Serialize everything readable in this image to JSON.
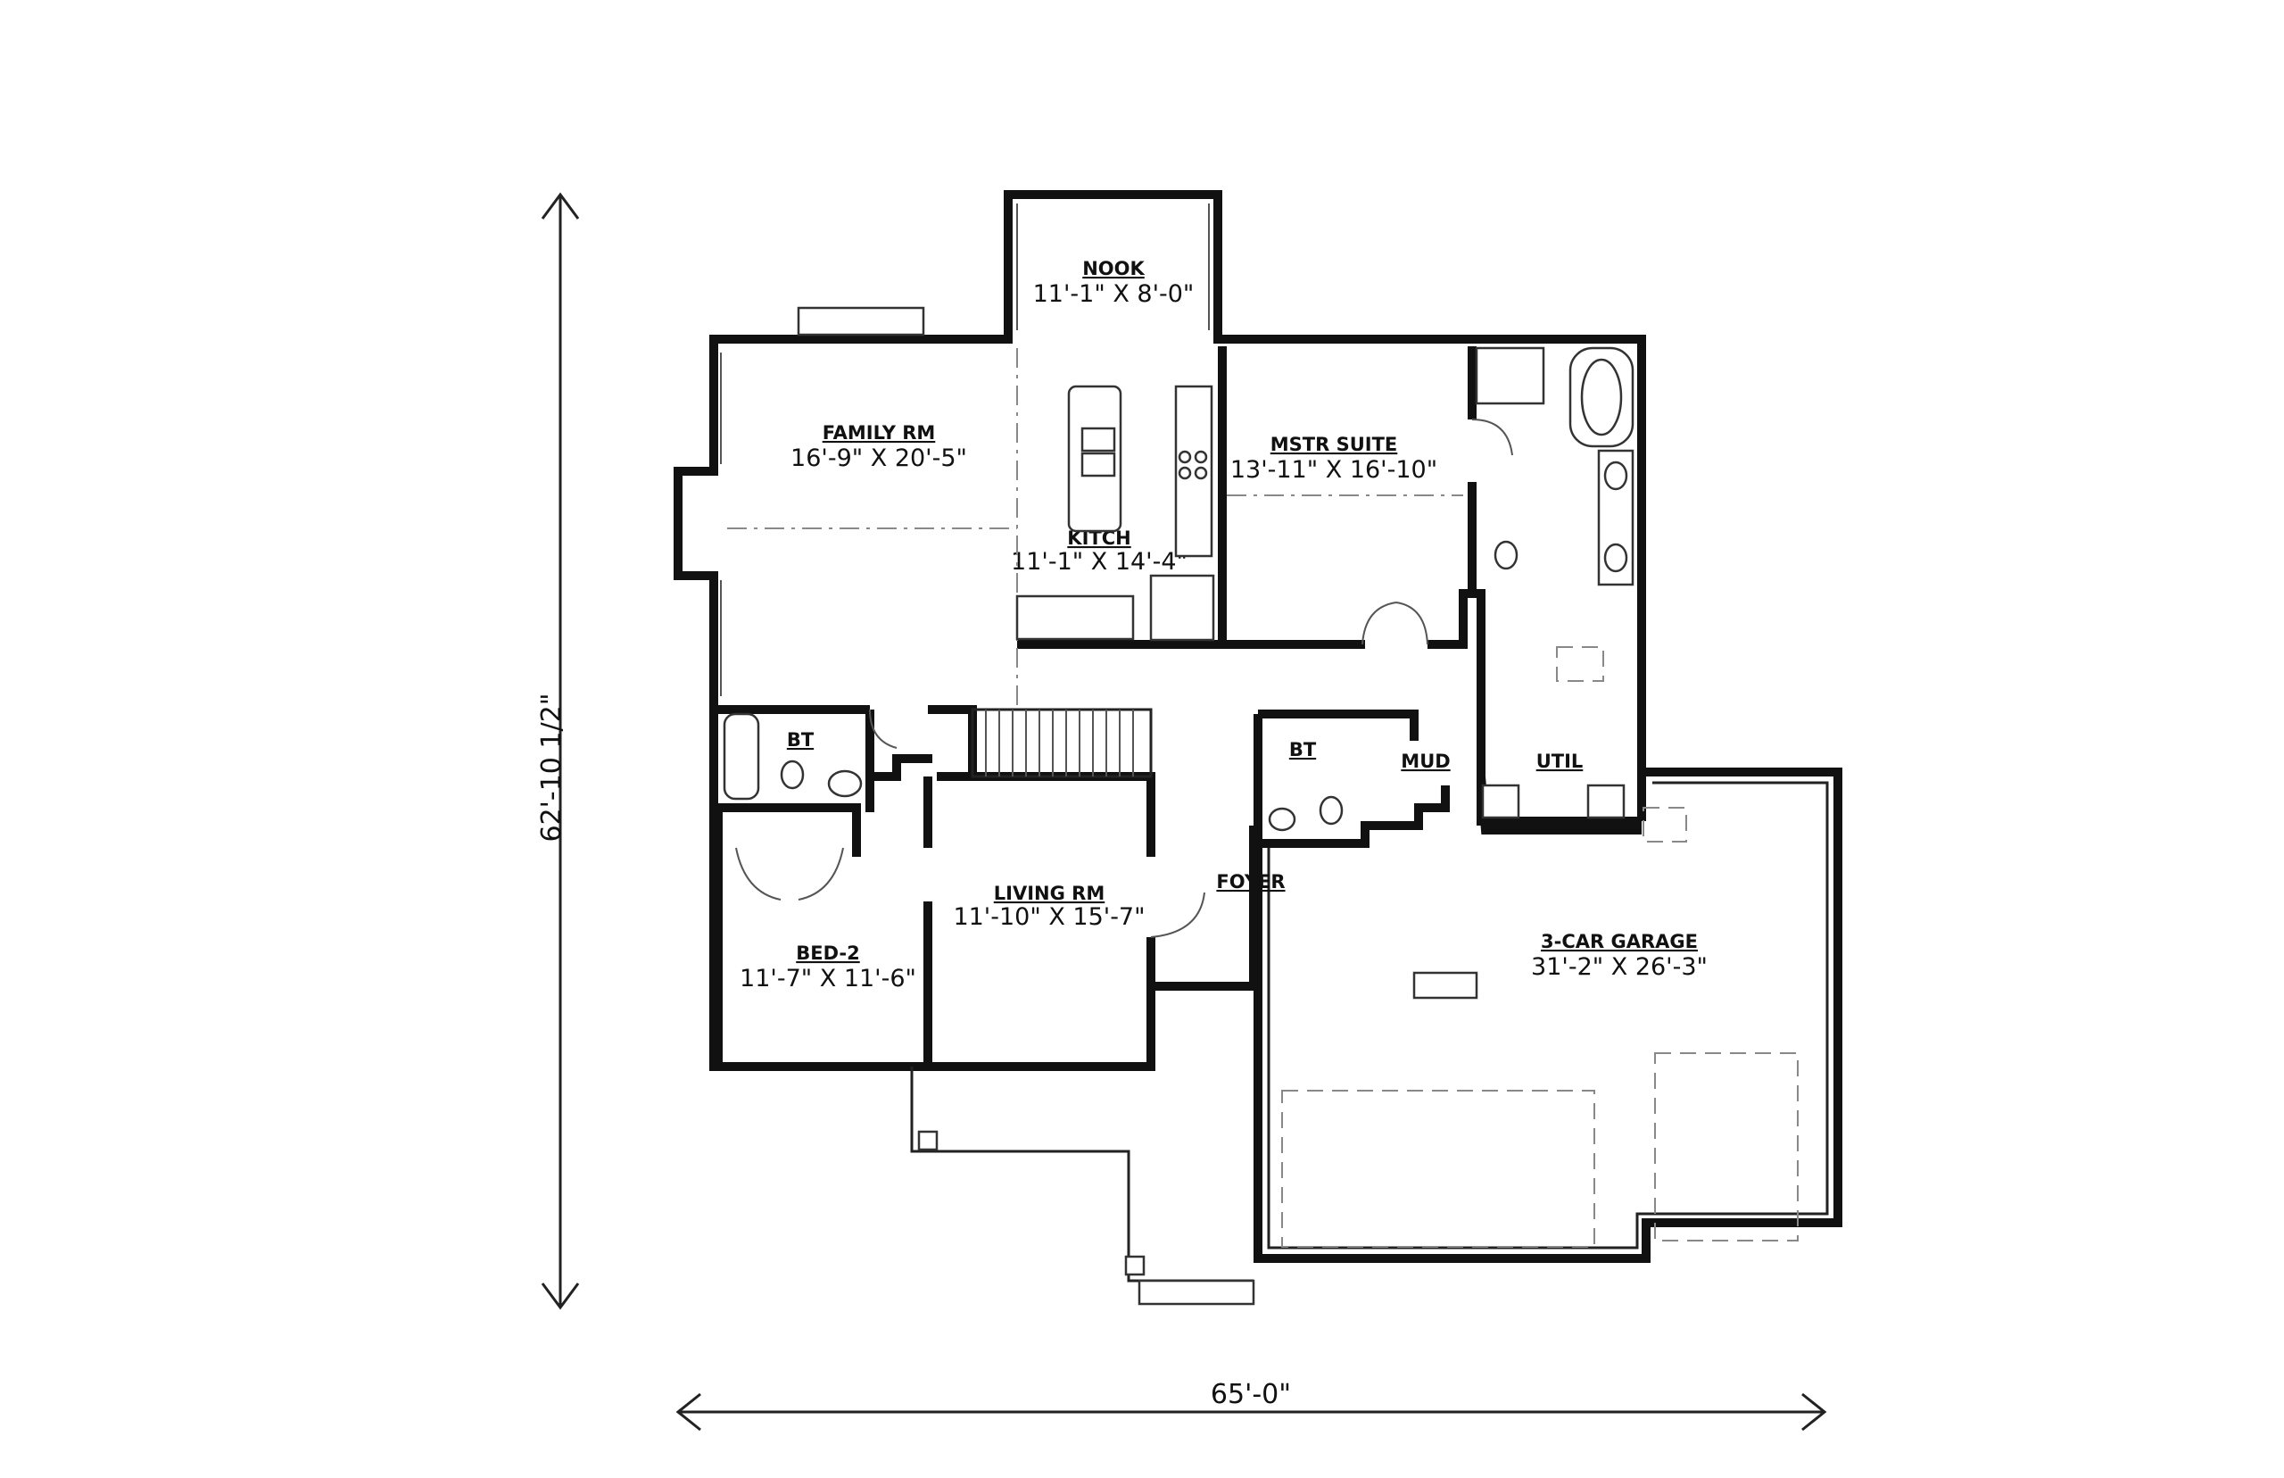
{
  "rooms": {
    "nook": {
      "name": "NOOK",
      "dims": "11'-1\" X 8'-0\""
    },
    "family": {
      "name": "FAMILY RM",
      "dims": "16'-9\" X 20'-5\""
    },
    "master": {
      "name": "MSTR SUITE",
      "dims": "13'-11\" X 16'-10\""
    },
    "kitchen": {
      "name": "KITCH",
      "dims": "11'-1\" X 14'-4\""
    },
    "bath_left": {
      "name": "BT"
    },
    "bath_mud": {
      "name": "BT"
    },
    "mud": {
      "name": "MUD"
    },
    "util": {
      "name": "UTIL"
    },
    "foyer": {
      "name": "FOYER"
    },
    "living": {
      "name": "LIVING RM",
      "dims": "11'-10\" X 15'-7\""
    },
    "bed2": {
      "name": "BED-2",
      "dims": "11'-7\" X 11'-6\""
    },
    "garage": {
      "name": "3-CAR GARAGE",
      "dims": "31'-2\" X 26'-3\""
    }
  },
  "overall": {
    "width": "65'-0\"",
    "depth": "62'-10 1/2\""
  },
  "colors": {
    "line": "#111111",
    "background": "#ffffff"
  }
}
